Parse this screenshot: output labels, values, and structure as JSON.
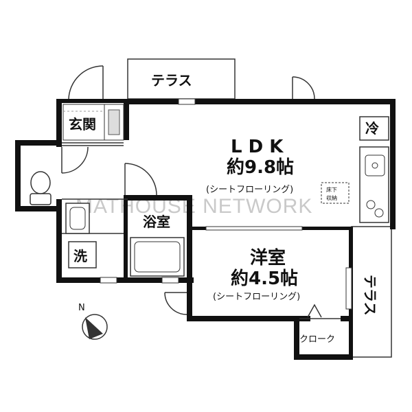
{
  "rooms": {
    "terrace_top": "テラス",
    "genkan": "玄関",
    "ldk": {
      "name": "L D K",
      "size": "約9.8帖",
      "floor": "(シートフローリング)"
    },
    "bath": "浴室",
    "youshitsu": {
      "name": "洋室",
      "size": "約4.5帖",
      "floor": "(シートフローリング)"
    },
    "terrace_right": "テラス",
    "closet": "クローク",
    "laundry": "洗",
    "fridge": "冷"
  },
  "storage_note": {
    "line1": "床下",
    "line2": "収納"
  },
  "compass": {
    "north": "N"
  },
  "watermark": "MATHOUSE NETWORK"
}
